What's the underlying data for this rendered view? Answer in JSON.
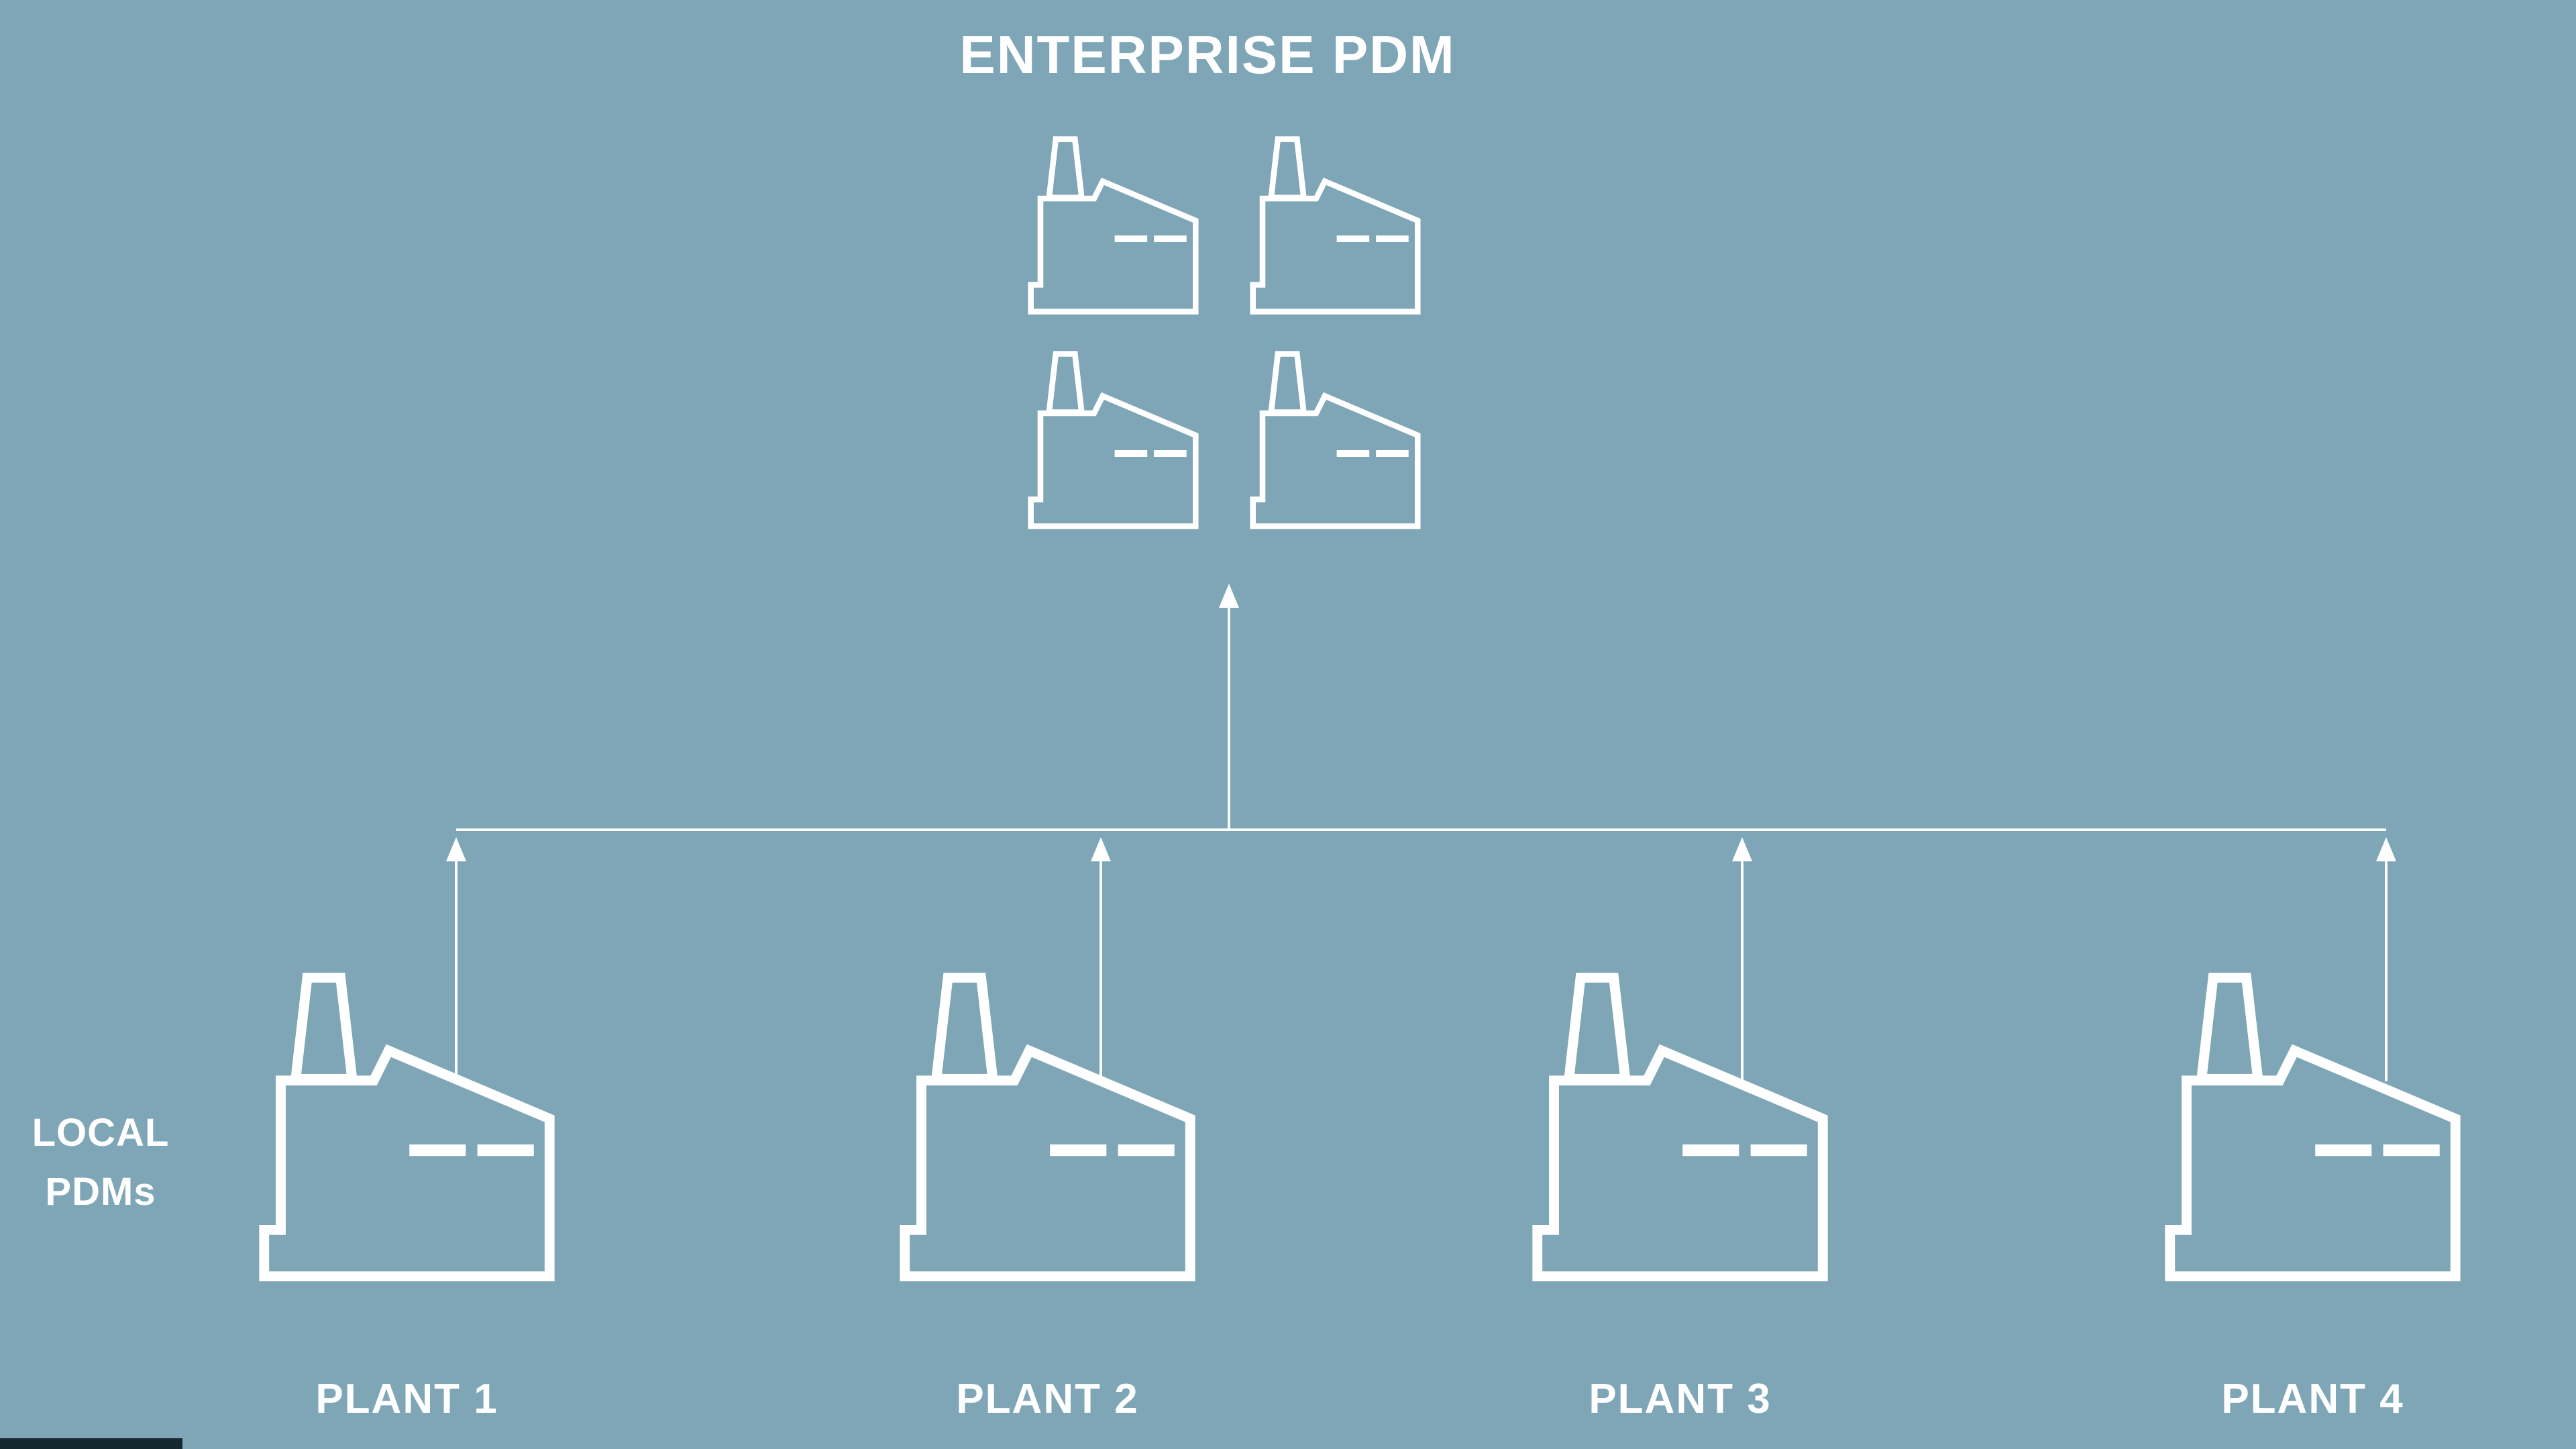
{
  "colors": {
    "background": "#7ea6b6",
    "ink": "#ffffff"
  },
  "title": "ENTERPRISE PDM",
  "local_pdms_label": {
    "line1": "LOCAL",
    "line2": "PDMs"
  },
  "enterprise_cluster": {
    "label": "ENTERPRISE PDM",
    "factory_icon_count": 4,
    "icon": "factory-icon"
  },
  "plants": [
    {
      "label": "PLANT 1",
      "icon": "factory-icon"
    },
    {
      "label": "PLANT 2",
      "icon": "factory-icon"
    },
    {
      "label": "PLANT 3",
      "icon": "factory-icon"
    },
    {
      "label": "PLANT 4",
      "icon": "factory-icon"
    }
  ],
  "connections": {
    "type": "arrows-up",
    "from": [
      "PLANT 1",
      "PLANT 2",
      "PLANT 3",
      "PLANT 4"
    ],
    "to": "ENTERPRISE PDM"
  }
}
